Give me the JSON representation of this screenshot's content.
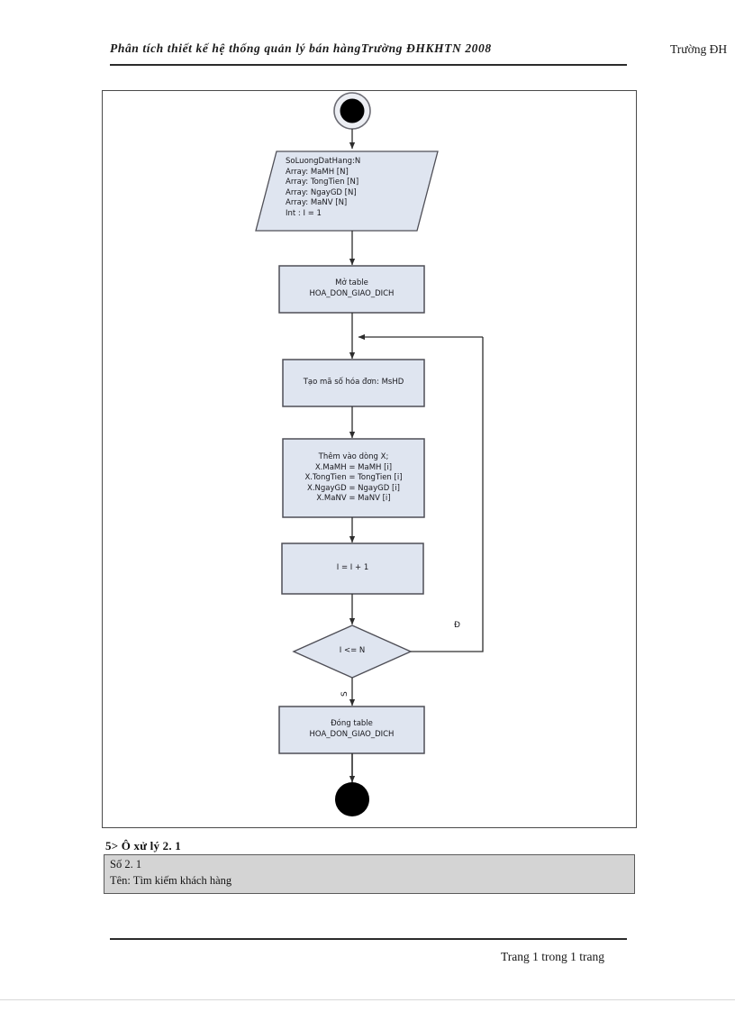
{
  "header": {
    "left_text": "Phân tích thiết kế hệ thống quản lý bán hàngTrường  ĐHKHTN 2008",
    "right_text": "Trường ĐH"
  },
  "diagram": {
    "type": "flowchart",
    "nodes": [
      {
        "id": "start",
        "shape": "initial-node",
        "label": ""
      },
      {
        "id": "declare",
        "shape": "parallelogram",
        "label": "SoLuongDatHang:N\nArray: MaMH [N]\nArray: TongTien [N]\nArray: NgayGD [N]\nArray: MaNV [N]\nInt : I = 1"
      },
      {
        "id": "open-table",
        "shape": "process",
        "label": "Mở table\nHOA_DON_GIAO_DICH"
      },
      {
        "id": "gen-invoice-id",
        "shape": "process",
        "label": "Tạo mã số hóa đơn: MsHD"
      },
      {
        "id": "append-row",
        "shape": "process",
        "label": "Thêm vào dòng X;\nX.MaMH = MaMH [i]\nX.TongTien = TongTien [i]\nX.NgayGD = NgayGD [i]\nX.MaNV = MaNV [i]"
      },
      {
        "id": "increment",
        "shape": "process",
        "label": "I = I + 1"
      },
      {
        "id": "condition",
        "shape": "decision",
        "label": "I <= N"
      },
      {
        "id": "close-table",
        "shape": "process",
        "label": "Đóng table\nHOA_DON_GIAO_DICH"
      },
      {
        "id": "end",
        "shape": "final-node",
        "label": ""
      }
    ],
    "branch_labels": {
      "true_label": "Đ",
      "false_label": "S"
    },
    "colors": {
      "node_fill": "#dfe5f0",
      "node_stroke": "#4f4f57",
      "connector": "#2d2d2d",
      "frame": "#4a4a4a"
    }
  },
  "section": {
    "heading": "5> Ô xử lý 2. 1",
    "table": {
      "row_number": "Số 2. 1",
      "row_name": "Tên: Tìm kiếm khách hàng"
    }
  },
  "footer": {
    "page_text": "Trang  1 trong  1 trang"
  }
}
